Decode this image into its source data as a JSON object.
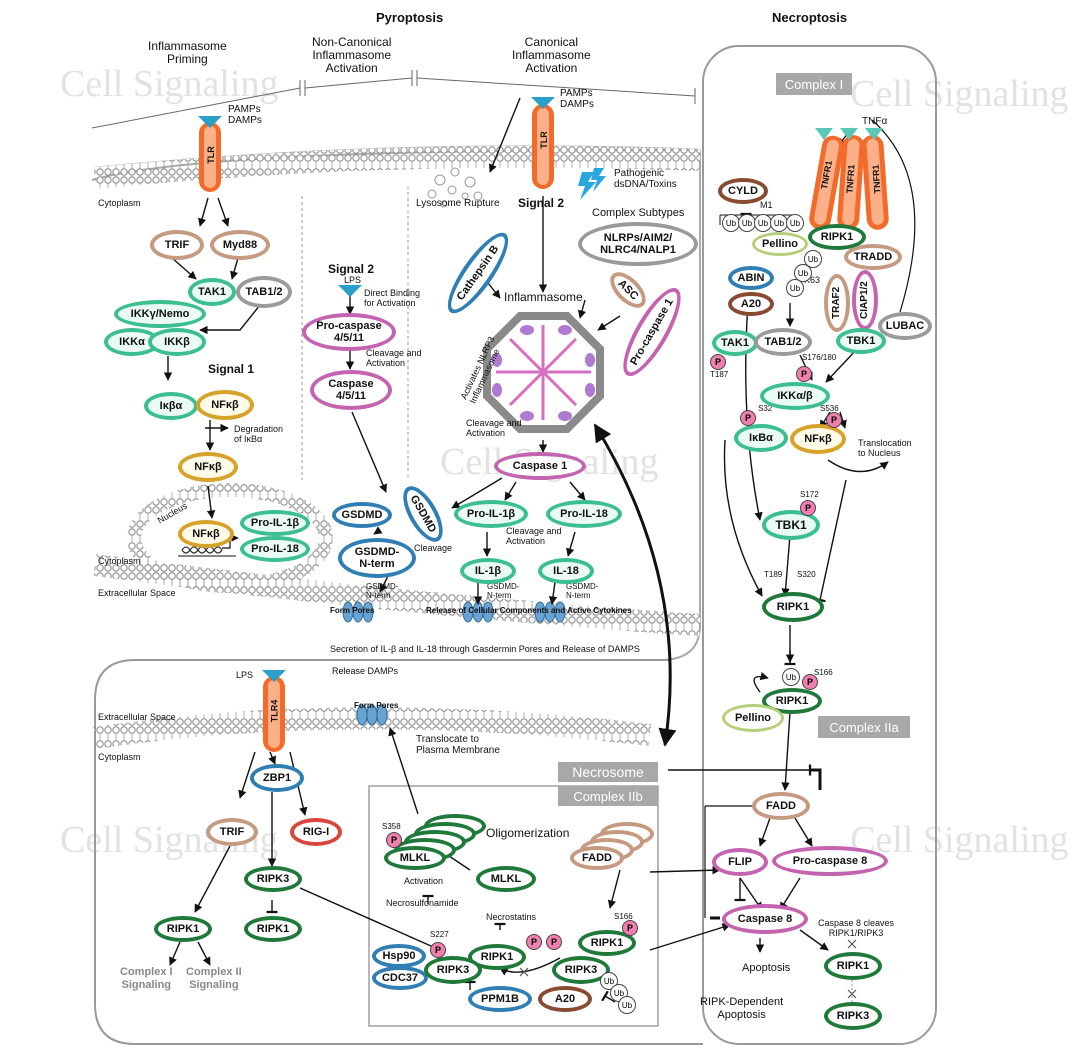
{
  "watermark": "Cell Signaling",
  "headers": {
    "pyroptosis": "Pyroptosis",
    "necroptosis": "Necroptosis"
  },
  "sections": {
    "priming": "Inflammasome\nPriming",
    "noncanonical": "Non-Canonical\nInflammasome\nActivation",
    "canonical": "Canonical\nInflammasome\nActivation"
  },
  "labels": {
    "pamps1": "PAMPs\nDAMPs",
    "pamps2": "PAMPs\nDAMPs",
    "cytoplasm": "Cytoplasm",
    "extracellular": "Extracellular Space",
    "nucleus": "Nucleus",
    "lysosome": "Lysosome Rupture",
    "signal2a": "Signal 2",
    "signal2b": "Signal 2",
    "signal1": "Signal 1",
    "pathogenic": "Pathogenic\ndsDNA/Toxins",
    "complex_subtypes": "Complex Subtypes",
    "inflammasome": "Inflammasome",
    "activates_nlrp3": "Activates NLRP3\nInflammasome",
    "lps": "LPS",
    "direct_binding": "Direct Binding\nfor Activation",
    "cleavage_activation1": "Cleavage and\nActivation",
    "cleavage_activation2": "Cleavage and\nActivation",
    "cleavage_activation3": "Cleavage and\nActivation",
    "cleavage": "Cleavage",
    "degradation": "Degradation\nof IκBα",
    "form_pores1": "Form Pores",
    "form_pores2": "Form Pores",
    "gsdmd_nterm_a": "GSDMD-\nN-term",
    "gsdmd_nterm_b": "GSDMD-\nN-term",
    "release_cellular": "Release of Cellular Components and Active Cytokines",
    "secretion": "Secretion of IL-β and IL-18 through Gasdermin Pores and Release of DAMPS",
    "release_damps": "Release DAMPs",
    "translocate": "Translocate to\nPlasma Membrane",
    "oligomerization": "Oligomerization",
    "activation": "Activation",
    "necrosulfonamide": "Necrosulfonamide",
    "necrostatins": "Necrostatins",
    "complex1_sig": "Complex I\nSignaling",
    "complex2_sig": "Complex II\nSignaling",
    "apoptosis": "Apoptosis",
    "ripk_apoptosis": "RIPK-Dependent\nApoptosis",
    "casp8_cleaves": "Caspase 8 cleaves\nRIPK1/RIPK3",
    "translocation": "Translocation\nto Nucleus",
    "tnfa": "TNFα",
    "m1": "M1",
    "k63": "K63",
    "s176": "S176/180",
    "t187": "T187",
    "s32": "S32",
    "s536": "S536",
    "s172": "S172",
    "t189": "T189",
    "s320": "S320",
    "s166a": "S166",
    "s166b": "S166",
    "s358": "S358",
    "s227": "S227"
  },
  "boxes": {
    "complex1": "Complex I",
    "complex2a": "Complex IIa",
    "necrosome": "Necrosome",
    "complex2b": "Complex IIb"
  },
  "nodes": {
    "tlr1": "TLR",
    "tlr2": "TLR",
    "tlr4": "TLR4",
    "trif1": "TRIF",
    "myd88": "Myd88",
    "tak1a": "TAK1",
    "tab12a": "TAB1/2",
    "ikk_nemo": "IKKγ/Nemo",
    "ikka": "IKKα",
    "ikkb": "IKKβ",
    "ikba1": "Iκβα",
    "nfkb1": "NFκβ",
    "nfkb2": "NFκβ",
    "nfkb3": "NFκβ",
    "pro_il1b_n": "Pro-IL-1β",
    "pro_il18_n": "Pro-IL-18",
    "procasp45": "Pro-caspase\n4/5/11",
    "casp45": "Caspase\n4/5/11",
    "cathepsin": "Cathepsin B",
    "nlrp": "NLRPs/AIM2/\nNLRC4/NALP1",
    "asc": "ASC",
    "procasp1": "Pro-caspase 1",
    "casp1": "Caspase 1",
    "gsdmd1": "GSDMD",
    "gsdmd2": "GSDMD",
    "gsdmd_nterm": "GSDMD-\nN-term",
    "pro_il1b": "Pro-IL-1β",
    "pro_il18": "Pro-IL-18",
    "il1b": "IL-1β",
    "il18": "IL-18",
    "tnfr1a": "TNFR1",
    "tnfr1b": "TNFR1",
    "tnfr1c": "TNFR1",
    "cyld": "CYLD",
    "ripk1_c1": "RIPK1",
    "pellino1": "Pellino",
    "tradd": "TRADD",
    "abin": "ABIN",
    "a20a": "A20",
    "traf2": "TRAF2",
    "ciap12": "CIAP1/2",
    "lubac": "LUBAC",
    "tak1b": "TAK1",
    "tab12b": "TAB1/2",
    "tbk1a": "TBK1",
    "ikkab": "IKKα/β",
    "ikba2": "IκBα",
    "nfkb4": "NFκβ",
    "tbk1b": "TBK1",
    "ripk1_b": "RIPK1",
    "ripk1_c": "RIPK1",
    "pellino2": "Pellino",
    "fadd1": "FADD",
    "flip": "FLIP",
    "procasp8": "Pro-caspase 8",
    "casp8": "Caspase 8",
    "ripk1_d": "RIPK1",
    "ripk3_d": "RIPK3",
    "zbp1": "ZBP1",
    "trif2": "TRIF",
    "rigi": "RIG-I",
    "ripk3_a": "RIPK3",
    "ripk1_e": "RIPK1",
    "ripk1_f": "RIPK1",
    "mlkl1": "MLKL",
    "mlkl2": "MLKL",
    "fadd2": "FADD",
    "hsp90": "Hsp90",
    "cdc37": "CDC37",
    "ripk3_b": "RIPK3",
    "ripk1_g": "RIPK1",
    "ppm1b": "PPM1B",
    "ripk1_h": "RIPK1",
    "ripk3_c": "RIPK3",
    "a20b": "A20"
  },
  "ub": "Ub",
  "p": "P"
}
